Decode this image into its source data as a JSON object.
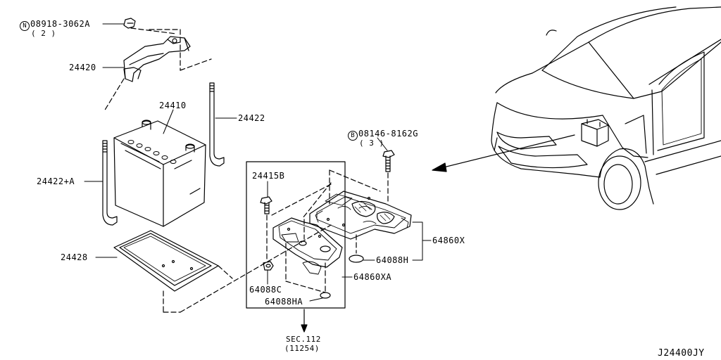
{
  "callouts": {
    "nut": {
      "symbol": "N",
      "part_no": "08918-3062A",
      "qty": "( 2 )"
    },
    "bolt": {
      "symbol": "B",
      "part_no": "08146-8162G",
      "qty": "( 3 )"
    },
    "hold_frame": "24420",
    "battery": "24410",
    "rod_right": "24422",
    "rod_left": "24422+A",
    "tray": "24428",
    "bracket_bolt": "24415B",
    "grommet_c": "64088C",
    "grommet_ha": "64088HA",
    "grommet_h": "64088H",
    "bracket_assy": "64860X",
    "bracket_sub": "64860XA",
    "section_ref": {
      "line1": "SEC.112",
      "line2": "(11254)"
    }
  },
  "diagram_id": "J24400JY"
}
